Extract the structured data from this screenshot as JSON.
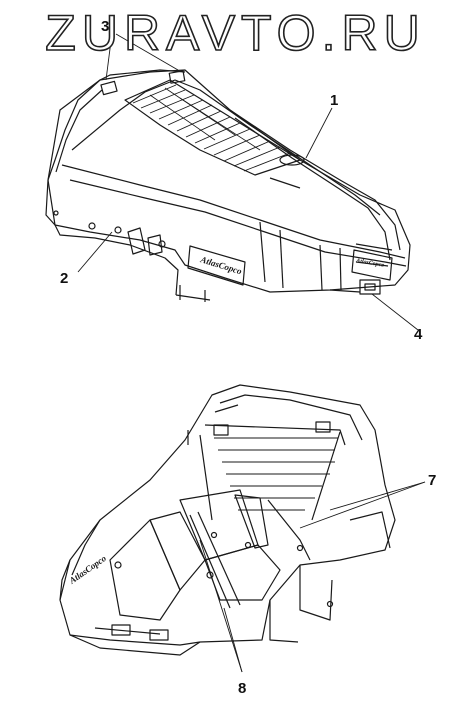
{
  "watermark": "ZURAVTO.RU",
  "callouts": {
    "c1": "1",
    "c2": "2",
    "c3": "3",
    "c4": "4",
    "c7": "7",
    "c8": "8"
  },
  "brand": {
    "logo_text": "AtlasCopco"
  },
  "colors": {
    "line": "#1a1a1a",
    "background": "#ffffff"
  }
}
